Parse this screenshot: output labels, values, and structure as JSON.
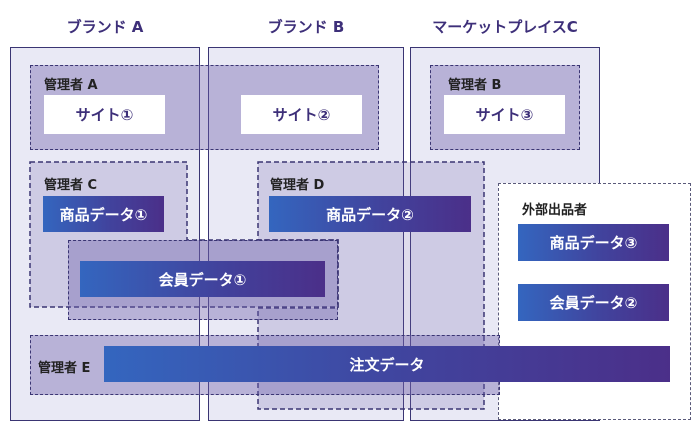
{
  "columns": {
    "brand_a": "ブランド A",
    "brand_b": "ブランド B",
    "marketplace_c": "マーケットプレイスC"
  },
  "admins": {
    "a": "管理者 A",
    "b": "管理者 B",
    "c": "管理者 C",
    "d": "管理者 D",
    "e": "管理者 E",
    "external": "外部出品者"
  },
  "sites": {
    "site1": "サイト①",
    "site2": "サイト②",
    "site3": "サイト③"
  },
  "data": {
    "product1": "商品データ①",
    "product2": "商品データ②",
    "product3": "商品データ③",
    "member1": "会員データ①",
    "member2": "会員データ②",
    "order": "注文データ"
  },
  "colors": {
    "title": "#3d2f79",
    "border": "#3a3573",
    "column_fill": "#e9e9f5",
    "bar_start": "#3466bf",
    "bar_end": "#4b2f89"
  }
}
